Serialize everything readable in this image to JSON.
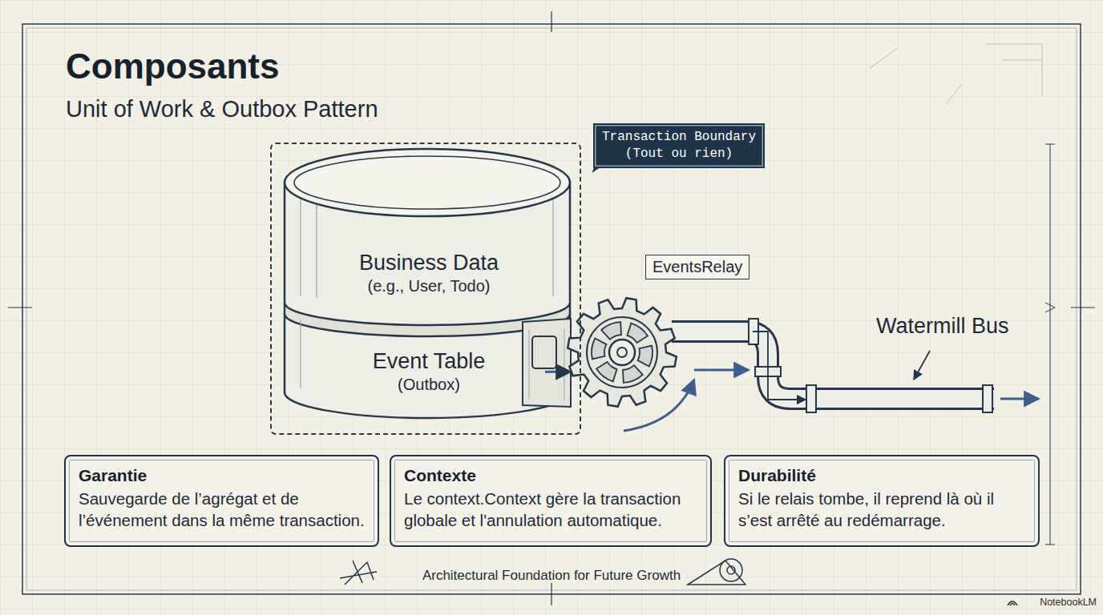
{
  "diagram": {
    "title": "Composants",
    "caption": "Unit of Work & Outbox Pattern",
    "nodes": [
      {
        "text": [
          "Transaction Boundary (Tout ou rien)"
        ]
      },
      {
        "text": [
          "Business Data",
          "(e.g., User, Todo)"
        ],
        "in": 0
      },
      {
        "text": [
          "Event Table",
          "(Outbox)"
        ],
        "in": 0
      },
      {
        "text": [
          "EventsRelay"
        ]
      },
      {
        "text": [
          "Watermill Bus"
        ]
      },
      {
        "text": [
          "Garantie",
          "Sauvegarde de l’agrégat et de l’événement dans la même transaction."
        ]
      },
      {
        "text": [
          "Contexte",
          "Le context.Context gère la transaction globale et l'annulation automatique."
        ]
      },
      {
        "text": [
          "Durabilité",
          "Si le relais tombe, il reprend là où il s’est arrêté au redémarrage."
        ]
      }
    ],
    "edges": [
      {
        "from": 2,
        "to": 3,
        "arrow": "to"
      },
      {
        "from": 3,
        "to": 4,
        "arrow": "to"
      }
    ],
    "labels": [
      "Architectural Foundation for Future Growth",
      "NotebookLM"
    ]
  }
}
